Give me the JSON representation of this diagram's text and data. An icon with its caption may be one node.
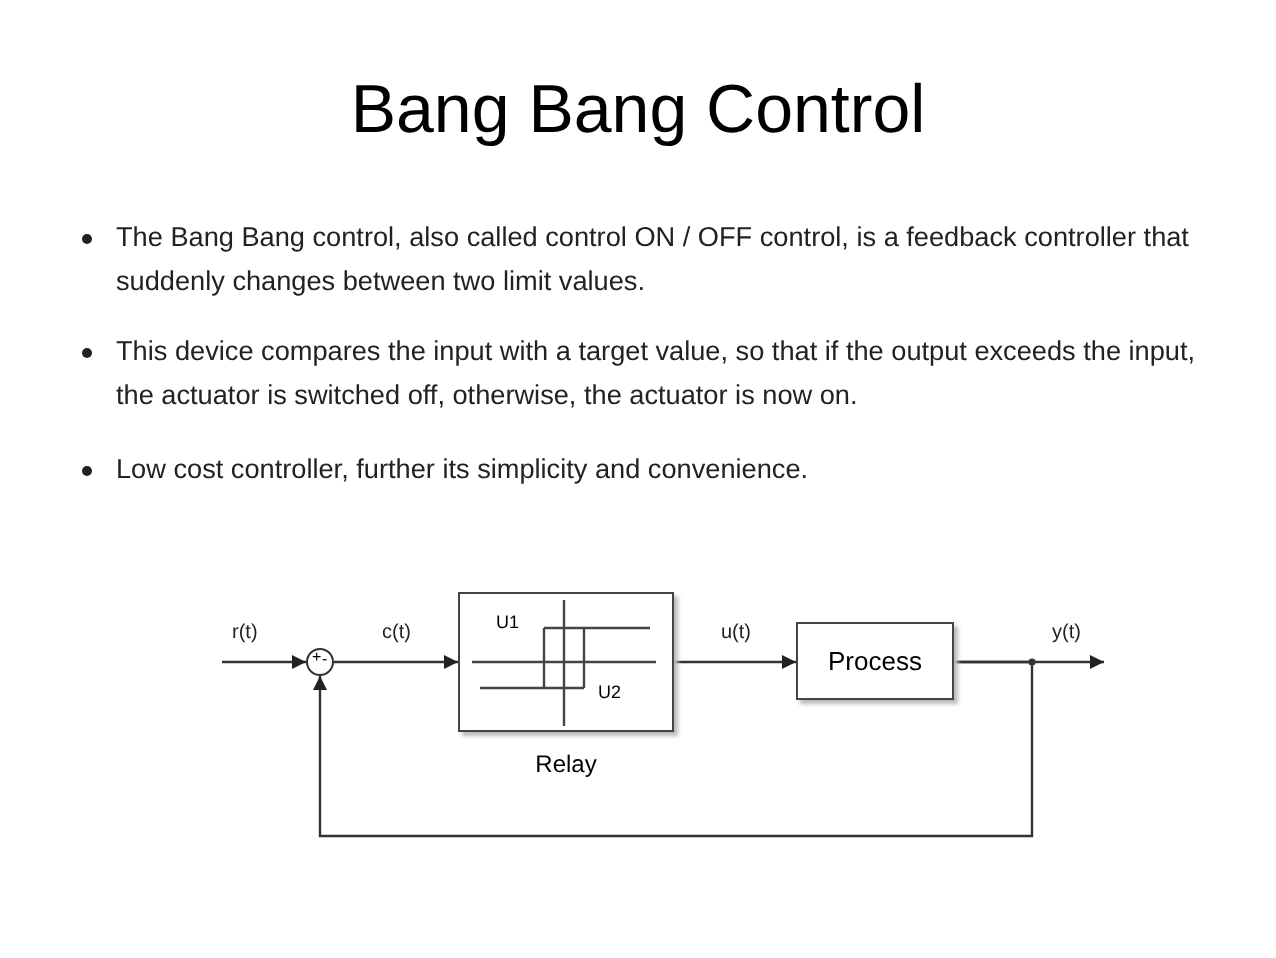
{
  "diagram": {
    "title": "Bang Bang Control",
    "nodes": [
      {
        "text": [
          "+",
          "-"
        ]
      },
      {
        "text": [
          "U1",
          "U2"
        ],
        "beside": [
          "Relay"
        ]
      },
      {
        "text": [
          "Process"
        ]
      }
    ],
    "edges": [
      {
        "from": null,
        "to": 0,
        "arrow": "to",
        "label": "r(t)"
      },
      {
        "from": 0,
        "to": 1,
        "arrow": "to",
        "label": "c(t)"
      },
      {
        "from": 1,
        "to": 2,
        "arrow": "to",
        "label": "u(t)"
      },
      {
        "from": 2,
        "to": null,
        "arrow": "to",
        "label": "y(t)"
      },
      {
        "from": 2,
        "to": 0,
        "arrow": "to"
      }
    ],
    "labels": [
      "The Bang Bang control, also called control ON / OFF control, is a feedback controller that suddenly changes between two limit values.",
      "This device compares the input with a target value, so that if the output exceeds the input, the actuator is switched off, otherwise, the actuator is now on.",
      "Low cost controller, further its simplicity and convenience."
    ]
  }
}
